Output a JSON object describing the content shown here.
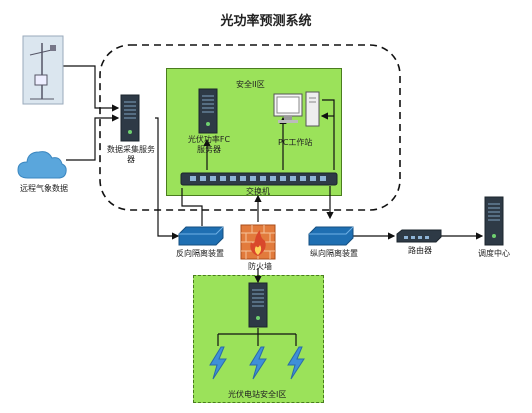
{
  "title": "光功率预测系统",
  "nodes": {
    "weather_station": "",
    "remote_weather": "远程气象数据",
    "data_server": "数据采集服务器",
    "security_zone_2": "安全II区",
    "pv_server": "光伏功率FC服务器",
    "pc_station": "PC工作站",
    "switch": "交换机",
    "reverse_isolation": "反向隔离装置",
    "firewall": "防火墙",
    "forward_isolation": "纵向隔离装置",
    "router": "路由器",
    "dispatch_center": "调度中心",
    "pv_zone_1": "光伏电站安全I区"
  },
  "colors": {
    "zone_green": "#9be25a",
    "device_blue": "#1f6fb2",
    "server_dark": "#2e3a46",
    "firewall_red": "#d9482b",
    "cloud_blue": "#5aa6dc"
  }
}
